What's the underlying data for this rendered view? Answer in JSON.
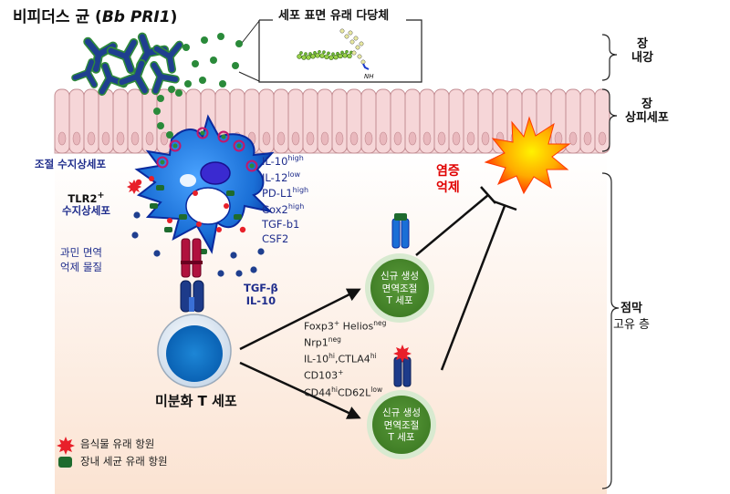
{
  "title": {
    "main": "비피더스 균 (",
    "strain": "Bb PRI1",
    "close": ")"
  },
  "polysaccharide_label": "세포 표면 유래  다당체",
  "nh_label": "NH",
  "layers": {
    "lumen": {
      "line1": "장",
      "line2": "내강"
    },
    "epithelium": {
      "line1": "장",
      "line2": "상피세포"
    },
    "lamina": {
      "line1": "점막",
      "line2": "고유 층"
    }
  },
  "dendritic_cell": {
    "regulatory_label": "조절 수지상세포",
    "tlr2_label": "TLR2",
    "tlr2_sup": "+",
    "tlr2_sub": "수지상세포"
  },
  "cytokines": [
    {
      "name": "IL-10",
      "sup": "high"
    },
    {
      "name": "IL-12",
      "sup": "low"
    },
    {
      "name": "PD-L1",
      "sup": "high"
    },
    {
      "name": "Cox2",
      "sup": "high"
    },
    {
      "name": "TGF-b1",
      "sup": ""
    },
    {
      "name": "CSF2",
      "sup": ""
    }
  ],
  "allergy": {
    "line1": "과민 면역",
    "line2": "억제 물질"
  },
  "tgf": {
    "line1": "TGF-β",
    "line2": "IL-10"
  },
  "inflammation": {
    "line1": "염증",
    "line2": "억제"
  },
  "treg_cell": {
    "line1": "신규 생성",
    "line2": "면역조절",
    "line3": "T 세포"
  },
  "markers": [
    {
      "parts": [
        {
          "t": "Foxp3"
        },
        {
          "t": "+",
          "sup": true
        },
        {
          "t": " Helios"
        },
        {
          "t": "neg",
          "sup": true
        }
      ]
    },
    {
      "parts": [
        {
          "t": "Nrp1"
        },
        {
          "t": "neg",
          "sup": true
        }
      ]
    },
    {
      "parts": [
        {
          "t": "IL-10"
        },
        {
          "t": "hi",
          "sup": true
        },
        {
          "t": ",CTLA4"
        },
        {
          "t": "hi",
          "sup": true
        }
      ]
    },
    {
      "parts": [
        {
          "t": "CD103"
        },
        {
          "t": "+",
          "sup": true
        }
      ]
    },
    {
      "parts": [
        {
          "t": "CD44"
        },
        {
          "t": "hi",
          "sup": true
        },
        {
          "t": "CD62L"
        },
        {
          "t": "low",
          "sup": true
        }
      ]
    }
  ],
  "naive_t_cell": "미분화 T 세포",
  "legend": [
    {
      "label": "음식물 유래 항원",
      "shape": "red-starburst",
      "color": "#e8202a"
    },
    {
      "label": "장내 세균 유래 항원",
      "shape": "green-rounded-square",
      "color": "#1e6b2e"
    }
  ],
  "colors": {
    "dc_body": "#1a73d9",
    "dc_outline": "#0a2a9e",
    "treg_fill": "#4a8a2e",
    "treg_ring": "#d8ead0",
    "inflammation_text": "#e00000",
    "label_blue": "#1f2d8c",
    "bacteria": "#1f3f8f",
    "bacteria_outline": "#2f8a3a",
    "epithelium": "#f6d6d8",
    "lamina_gradient": "#fbe6d6"
  }
}
